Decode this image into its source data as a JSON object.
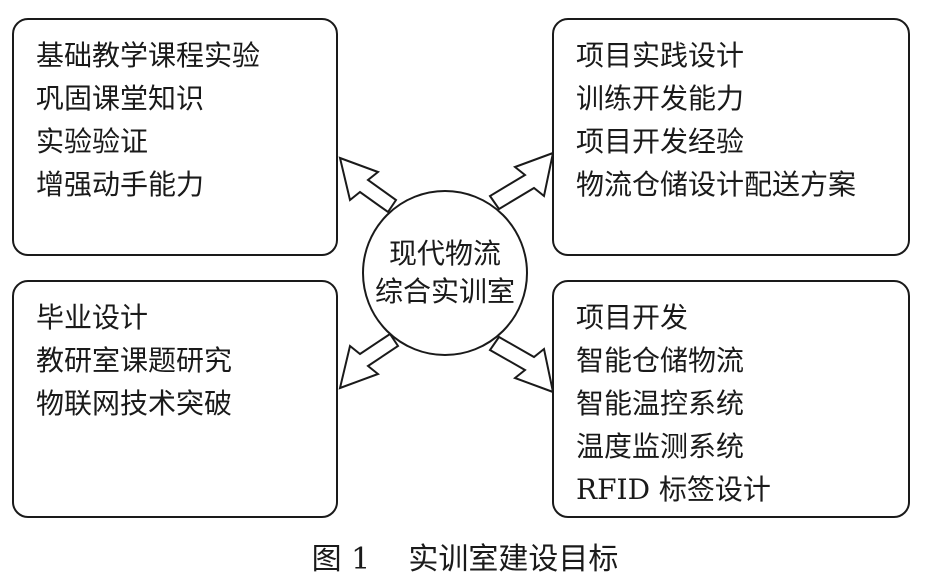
{
  "center": {
    "lines": [
      "现代物流",
      "综合实训室"
    ]
  },
  "boxes": {
    "top_left": {
      "lines": [
        "基础教学课程实验",
        "巩固课堂知识",
        "实验验证",
        "增强动手能力"
      ]
    },
    "top_right": {
      "lines": [
        "项目实践设计",
        "训练开发能力",
        "项目开发经验",
        "物流仓储设计配送方案"
      ]
    },
    "bottom_left": {
      "lines": [
        "毕业设计",
        "教研室课题研究",
        "物联网技术突破"
      ]
    },
    "bottom_right": {
      "lines": [
        "项目开发",
        "智能仓储物流",
        "智能温控系统",
        "温度监测系统",
        "RFID 标签设计"
      ]
    }
  },
  "caption": "图 1    实训室建设目标"
}
